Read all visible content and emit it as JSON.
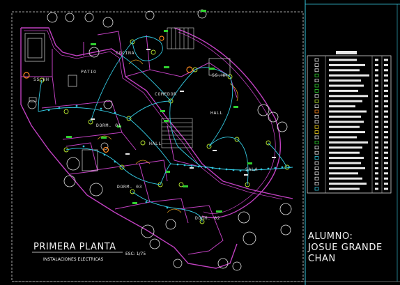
{
  "drawing": {
    "title": "PRIMERA PLANTA",
    "scale": "ESC: 1/75",
    "subtitle": "INSTALACIONES ELECTRICAS"
  },
  "rooms": {
    "patio": "PATIO",
    "cocina": "COCINA",
    "sshh_main": "SS.HH",
    "sshh_small": "SS.HH",
    "comedor": "COMEDOR",
    "hall_top": "HALL",
    "dorm01": "DORM. 01",
    "hall_mid": "HALL",
    "sala": "SALA",
    "dorm03": "DORM. 03",
    "dorm02": "DORM. 02"
  },
  "student": {
    "line1": "ALUMNO:",
    "line2": "JOSUE GRANDE",
    "line3": "CHAN"
  },
  "colors": {
    "background": "#000000",
    "walls": "#c040c0",
    "wiring": "#33c8e0",
    "fixtures": "#b8e830",
    "labels": "#ffffff",
    "accent": "#30d030"
  }
}
